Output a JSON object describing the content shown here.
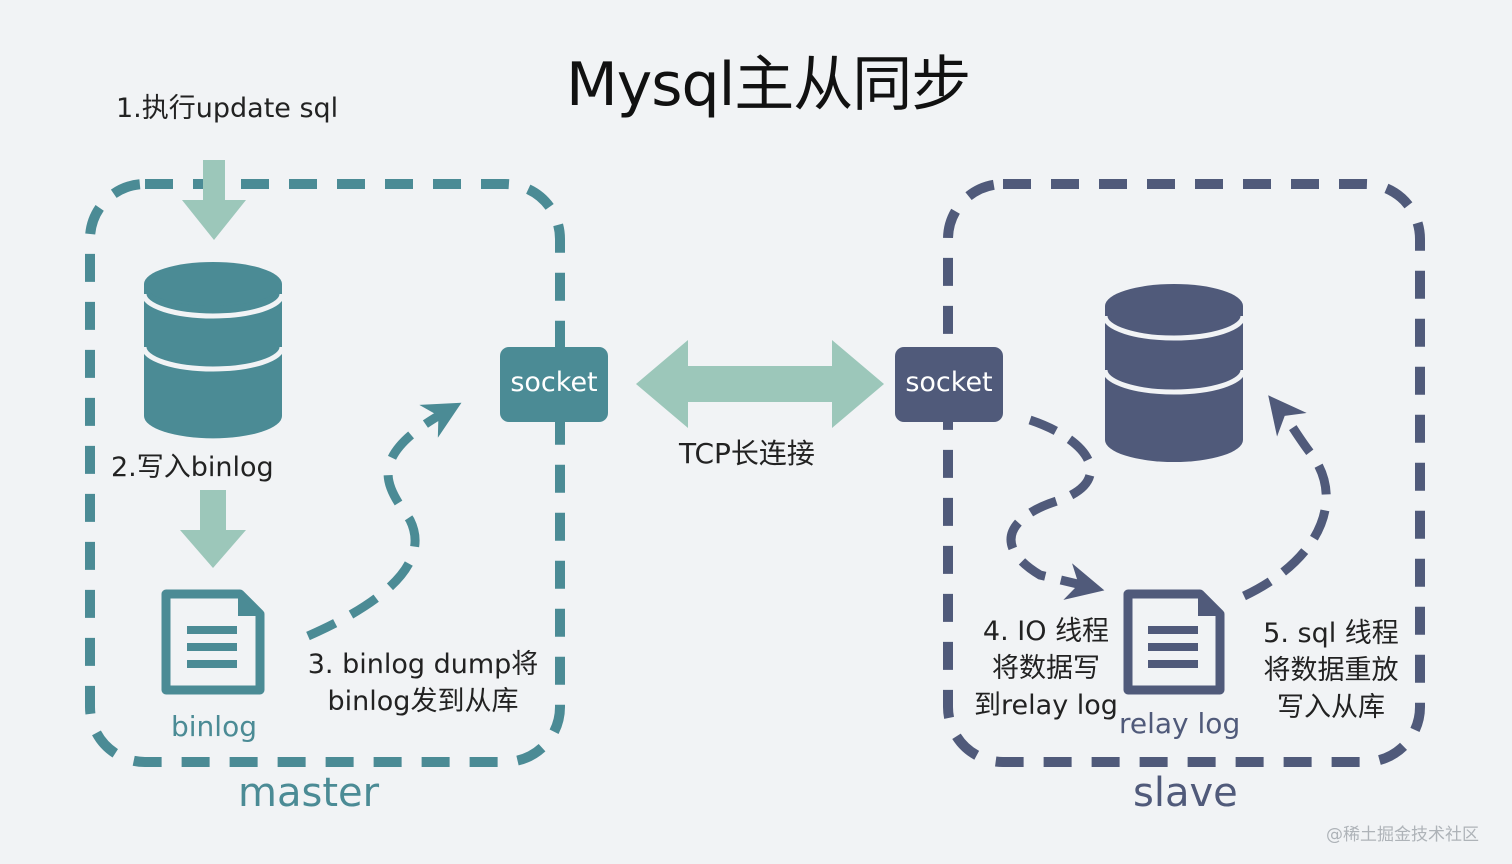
{
  "title": "Mysql主从同步",
  "colors": {
    "background": "#f1f3f5",
    "master": "#4b8b95",
    "slave": "#505a7a",
    "arrow_light": "#9cc7ba",
    "text": "#222222"
  },
  "master": {
    "label": "master",
    "socket_label": "socket",
    "file_label": "binlog",
    "steps": {
      "step1": "1.执行update sql",
      "step2": "2.写入binlog",
      "step3_line1": "3. binlog dump将",
      "step3_line2": "binlog发到从库"
    },
    "icons": [
      "database-icon",
      "document-icon",
      "arrow-down-icon",
      "dashed-curved-arrow-icon"
    ]
  },
  "link": {
    "label": "TCP长连接",
    "icon": "double-arrow-icon"
  },
  "slave": {
    "label": "slave",
    "socket_label": "socket",
    "file_label": "relay log",
    "steps": {
      "step4_line1": "4. IO 线程",
      "step4_line2": "将数据写",
      "step4_line3": "到relay log",
      "step5_line1": "5. sql 线程",
      "step5_line2": "将数据重放",
      "step5_line3": "写入从库"
    },
    "icons": [
      "database-icon",
      "document-icon",
      "dashed-curved-arrow-icon"
    ]
  },
  "watermark": "@稀土掘金技术社区"
}
